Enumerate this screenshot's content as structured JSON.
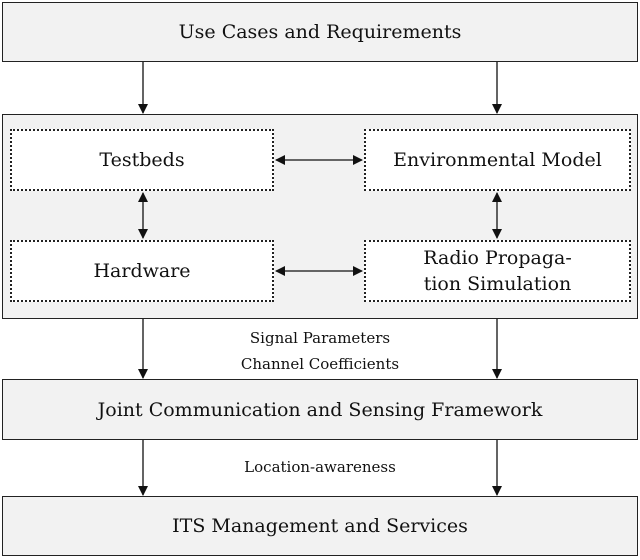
{
  "diagram": {
    "top_box": "Use Cases and Requirements",
    "inner": {
      "testbeds": "Testbeds",
      "environmental_model": "Environmental Model",
      "hardware": "Hardware",
      "radio_line1": "Radio Propaga-",
      "radio_line2": "tion Simulation"
    },
    "edge_labels": {
      "signal_parameters": "Signal Parameters",
      "channel_coefficients": "Channel Coefficients",
      "location_awareness": "Location-awareness"
    },
    "middle_box": "Joint Communication and Sensing Framework",
    "bottom_box": "ITS Management and Services"
  }
}
